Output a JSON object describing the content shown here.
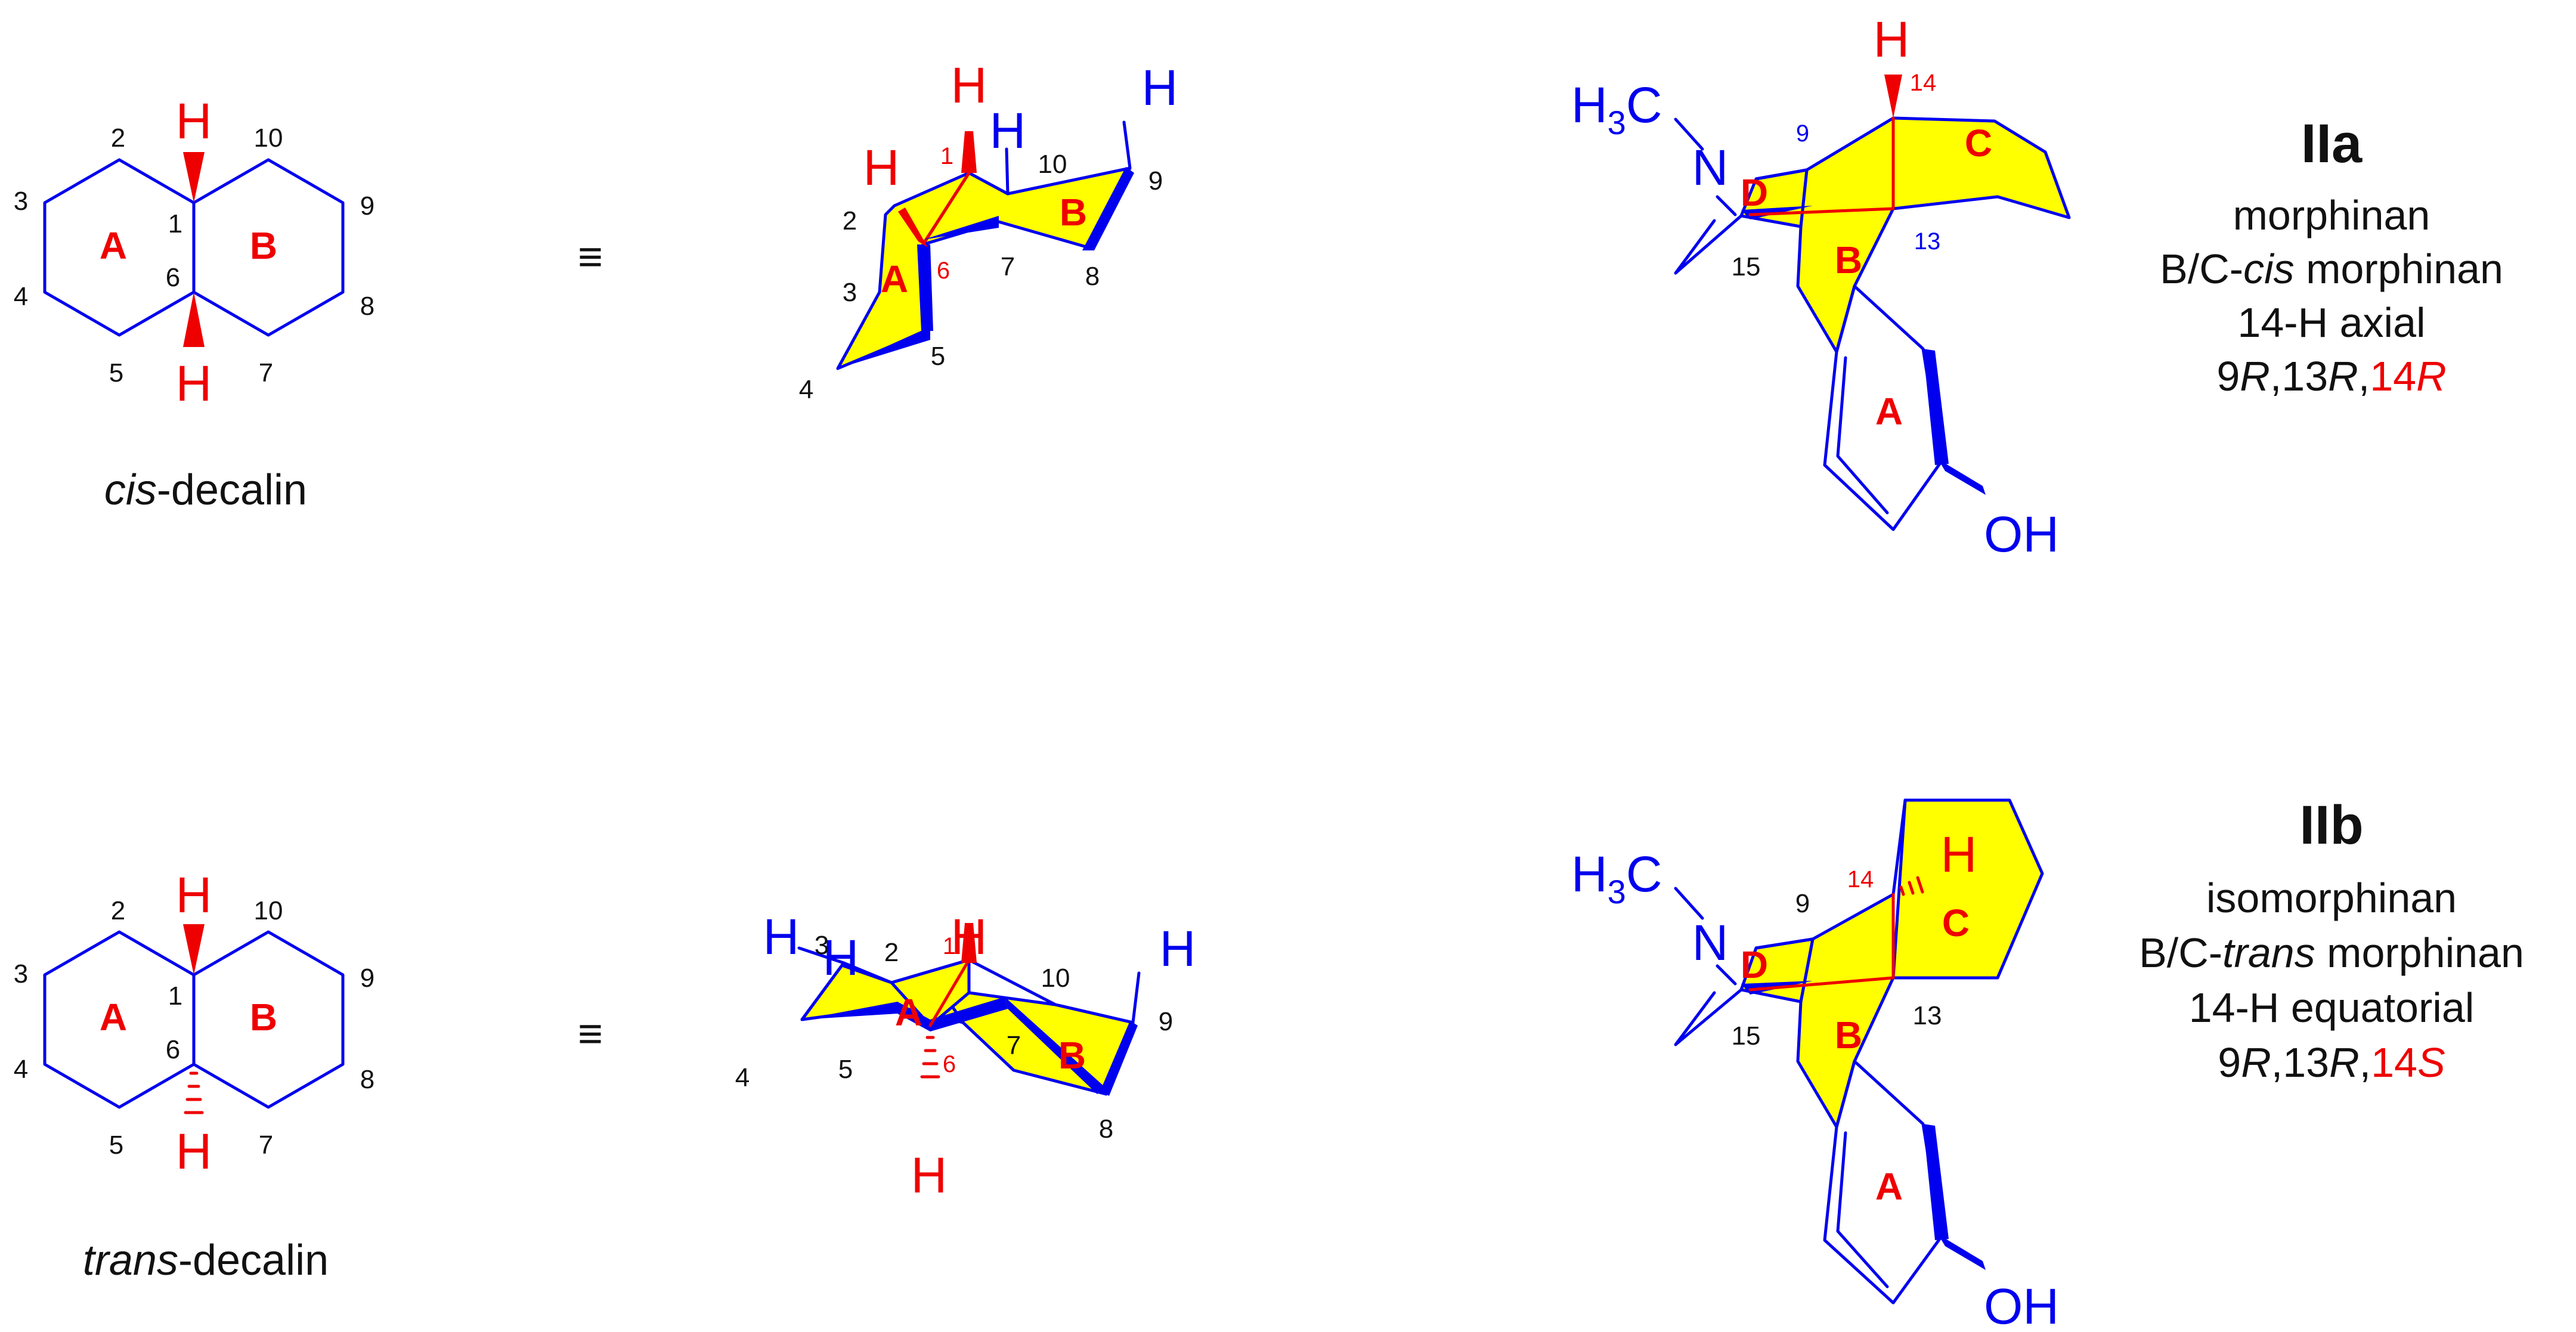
{
  "panels": {
    "cis_decalin": {
      "caption_prefix": "cis",
      "caption_suffix": "-decalin",
      "ring_a": "A",
      "ring_b": "B",
      "h_top": "H",
      "h_bottom": "H",
      "positions": [
        "1",
        "2",
        "3",
        "4",
        "5",
        "6",
        "7",
        "8",
        "9",
        "10"
      ]
    },
    "trans_decalin": {
      "caption_prefix": "trans",
      "caption_suffix": "-decalin",
      "ring_a": "A",
      "ring_b": "B",
      "h_top": "H",
      "h_bottom": "H",
      "positions": [
        "1",
        "2",
        "3",
        "4",
        "5",
        "6",
        "7",
        "8",
        "9",
        "10"
      ]
    },
    "cis_chair": {
      "ring_a": "A",
      "ring_b": "B",
      "h_labels": [
        "H",
        "H",
        "H",
        "H"
      ],
      "positions": [
        "1",
        "2",
        "3",
        "4",
        "5",
        "6",
        "7",
        "8",
        "9",
        "10"
      ]
    },
    "trans_chair": {
      "ring_a": "A",
      "ring_b": "B",
      "h_labels": [
        "H",
        "H",
        "H",
        "H",
        "H"
      ],
      "positions": [
        "1",
        "2",
        "3",
        "4",
        "5",
        "6",
        "7",
        "8",
        "9",
        "10"
      ]
    },
    "equivalence_symbol": "≡"
  },
  "compounds": {
    "IIa": {
      "title": "IIa",
      "line1": "morphinan",
      "line2_pre": "B/C-",
      "line2_it": "cis",
      "line2_post": " morphinan",
      "line3": "14-H axial",
      "config": [
        "9",
        "R",
        ",13",
        "R",
        ",14",
        "R"
      ],
      "rings": [
        "A",
        "B",
        "C",
        "D"
      ],
      "atoms": {
        "h3c": "H",
        "h3c_sub": "3",
        "h3c_c": "C",
        "n": "N",
        "oh": "OH",
        "h14": "H"
      },
      "positions": {
        "p9": "9",
        "p13": "13",
        "p14": "14",
        "p15": "15"
      }
    },
    "IIb": {
      "title": "IIb",
      "line1": "isomorphinan",
      "line2_pre": "B/C-",
      "line2_it": "trans",
      "line2_post": " morphinan",
      "line3": "14-H equatorial",
      "config": [
        "9",
        "R",
        ",13",
        "R",
        ",14",
        "S"
      ],
      "rings": [
        "A",
        "B",
        "C",
        "D"
      ],
      "atoms": {
        "h3c": "H",
        "h3c_sub": "3",
        "h3c_c": "C",
        "n": "N",
        "oh": "OH",
        "h14": "H"
      },
      "positions": {
        "p9": "9",
        "p13": "13",
        "p14": "14",
        "p15": "15"
      }
    }
  },
  "colors": {
    "bond": "#0000ee",
    "stereo": "#ee0000",
    "ring_fill": "#ffff00",
    "text": "#111111"
  }
}
